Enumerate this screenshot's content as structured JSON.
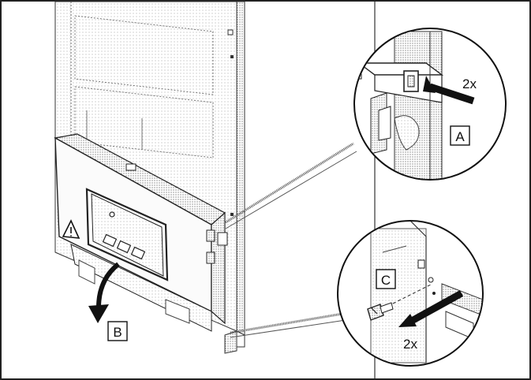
{
  "labels": {
    "a": "A",
    "b": "B",
    "c": "C",
    "count_top": "2x",
    "count_bottom": "2x"
  },
  "icons": {
    "warning": "warning-triangle-icon"
  }
}
